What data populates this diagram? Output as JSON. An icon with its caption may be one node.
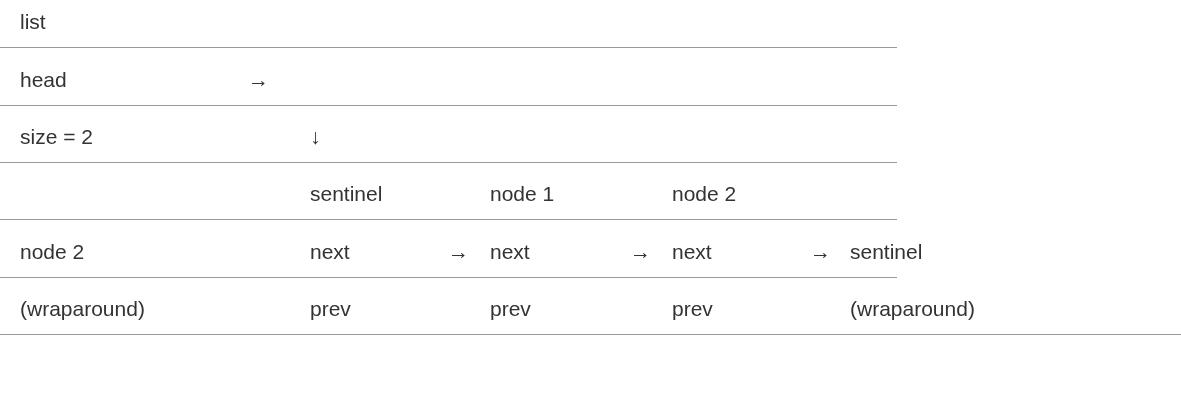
{
  "diagram": {
    "labels": [
      "list",
      "head",
      "→",
      "size = 2",
      "↓",
      "sentinel",
      "node 1",
      "node 2",
      "node 2",
      "next",
      "→",
      "next",
      "→",
      "next",
      "→",
      "sentinel",
      "(wraparound)",
      "prev",
      "prev",
      "prev",
      "(wraparound)"
    ]
  }
}
